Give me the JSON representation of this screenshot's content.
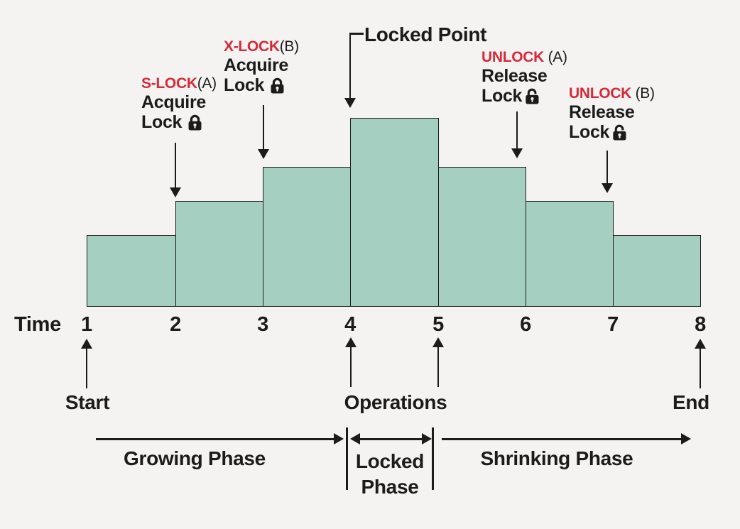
{
  "colors": {
    "background": "#f4f3f2",
    "bar_fill": "#a5cfc1",
    "bar_border": "#1c1c1c",
    "text": "#1b1b1b",
    "accent_red": "#d6293a"
  },
  "chart_data": {
    "type": "bar",
    "title": "",
    "categories": [
      "1",
      "2",
      "3",
      "4",
      "5",
      "6",
      "7",
      "8"
    ],
    "values": [
      1,
      2,
      3,
      4,
      3,
      2,
      1
    ],
    "value_note": "relative number of locks held between consecutive time ticks",
    "xlabel": "Time",
    "ylabel": "",
    "grid": false,
    "legend": false,
    "events": [
      {
        "time": 2,
        "tag": "S-LOCK",
        "resource": "(A)",
        "action": "Acquire Lock",
        "lock_icon": "closed"
      },
      {
        "time": 3,
        "tag": "X-LOCK",
        "resource": "(B)",
        "action": "Acquire Lock",
        "lock_icon": "closed"
      },
      {
        "time": 4,
        "tag": "Locked Point"
      },
      {
        "time": 6,
        "tag": "UNLOCK",
        "resource": "(A)",
        "action": "Release Lock",
        "lock_icon": "open"
      },
      {
        "time": 7,
        "tag": "UNLOCK",
        "resource": "(B)",
        "action": "Release Lock",
        "lock_icon": "open"
      }
    ],
    "phases": [
      {
        "label": "Growing Phase",
        "from": 1,
        "to": 4
      },
      {
        "label": "Locked Phase",
        "from": 4,
        "to": 5
      },
      {
        "label": "Shrinking Phase",
        "from": 5,
        "to": 8
      }
    ]
  },
  "axis": {
    "label": "Time"
  },
  "annotations": {
    "slock_a": {
      "tag": "S-LOCK",
      "suffix": "(A)",
      "action": "Acquire",
      "object": "Lock"
    },
    "xlock_b": {
      "tag": "X-LOCK",
      "suffix": "(B)",
      "action": "Acquire",
      "object": "Lock"
    },
    "locked_point": {
      "label": "Locked Point"
    },
    "unlock_a": {
      "tag": "UNLOCK",
      "suffix": " (A)",
      "action": "Release",
      "object": "Lock"
    },
    "unlock_b": {
      "tag": "UNLOCK",
      "suffix": " (B)",
      "action": "Release",
      "object": "Lock"
    }
  },
  "markers": {
    "start": "Start",
    "operations": "Operations",
    "end": "End"
  },
  "phases": {
    "growing": "Growing Phase",
    "locked": "Locked Phase",
    "shrinking": "Shrinking Phase"
  }
}
